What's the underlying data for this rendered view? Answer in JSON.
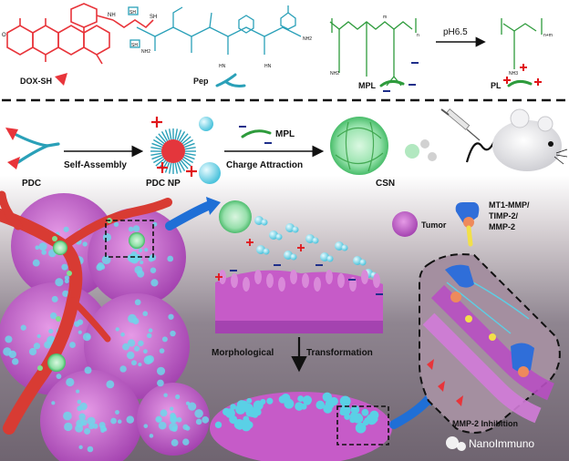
{
  "chemistry": {
    "dox_sh": "DOX-SH",
    "pep": "Pep",
    "mpl": "MPL",
    "pl": "PL",
    "ph_label": "pH6.5",
    "n_sub": "n",
    "m_sub": "m",
    "nm_sub": "n+m",
    "nh2": "NH2",
    "nh": "NH",
    "sh": "SH",
    "hn": "HN",
    "nh3": "NH3"
  },
  "assembly": {
    "pdc": "PDC",
    "self_assembly": "Self-Assembly",
    "pdc_np": "PDC NP",
    "mpl": "MPL",
    "charge_attraction": "Charge Attraction",
    "csn": "CSN"
  },
  "bottom": {
    "tumor_label": "Tumor",
    "enzyme_label_1": "MT1-MMP/",
    "enzyme_label_2": "TIMP-2/",
    "enzyme_label_3": "MMP-2",
    "morph_word_1": "Morphological",
    "morph_word_2": "Transformation",
    "mmp2_inhibition": "MMP-2 Inhibition",
    "watermark": "NanoImmuno"
  },
  "colors": {
    "dox_red": "#e8343a",
    "pep_teal": "#2aa0b8",
    "mpl_green": "#2e9b3c",
    "tumor_magenta": "#c65bc8",
    "cyan": "#5ad0e6",
    "bg_gray": "#7a6e78",
    "charge_plus": "#e0161a",
    "charge_minus": "#1f2f8a"
  }
}
